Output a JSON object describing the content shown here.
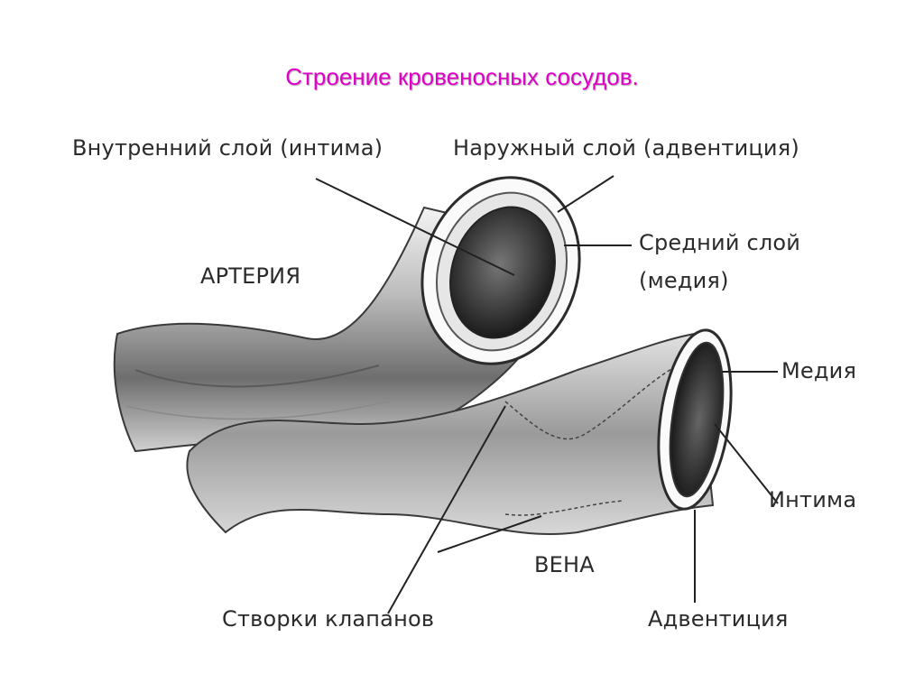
{
  "title": "Строение кровеносных сосудов.",
  "labels": {
    "intima_inner": "Внутренний слой (интима)",
    "adventitia_outer": "Наружный слой (адвентиция)",
    "media_middle_line1": "Средний слой",
    "media_middle_line2": "(медия)",
    "artery": "АРТЕРИЯ",
    "vein": "ВЕНА",
    "media": "Медия",
    "intima": "Интима",
    "adventitia": "Адвентиция",
    "valve_cusps": "Створки клапанов"
  },
  "colors": {
    "title": "#e000c8",
    "text": "#2b2b2b"
  }
}
